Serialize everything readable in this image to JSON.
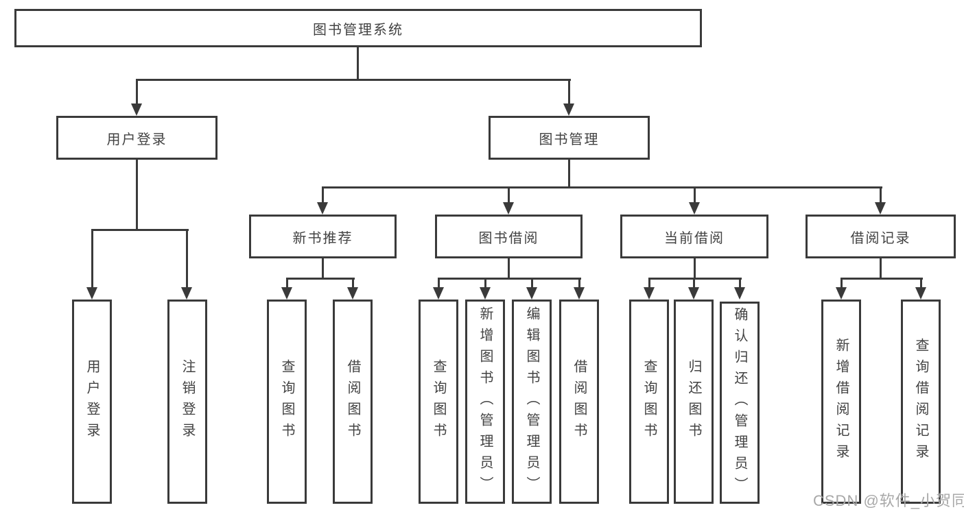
{
  "title": {
    "label": "图书管理系统"
  },
  "level1": {
    "user_login": {
      "label": "用户登录",
      "children": [
        {
          "label": "用户登录"
        },
        {
          "label": "注销登录"
        }
      ]
    },
    "book_mgmt": {
      "label": "图书管理"
    }
  },
  "modules": [
    {
      "label": "新书推荐",
      "children": [
        {
          "label": "查询图书"
        },
        {
          "label": "借阅图书"
        }
      ]
    },
    {
      "label": "图书借阅",
      "children": [
        {
          "label": "查询图书"
        },
        {
          "label": "新增图书（管理员）"
        },
        {
          "label": "编辑图书（管理员）"
        },
        {
          "label": "借阅图书"
        }
      ]
    },
    {
      "label": "当前借阅",
      "children": [
        {
          "label": "查询图书"
        },
        {
          "label": "归还图书"
        },
        {
          "label": "确认归还（管理员）"
        }
      ]
    },
    {
      "label": "借阅记录",
      "children": [
        {
          "label": "新增借阅记录"
        },
        {
          "label": "查询借阅记录"
        }
      ]
    }
  ],
  "watermark": {
    "text": "CSDN @软件_小贺同学"
  },
  "colors": {
    "line": "#3a3a3a",
    "text": "#424242",
    "watermark": "#a8a8a8",
    "background": "#ffffff"
  }
}
